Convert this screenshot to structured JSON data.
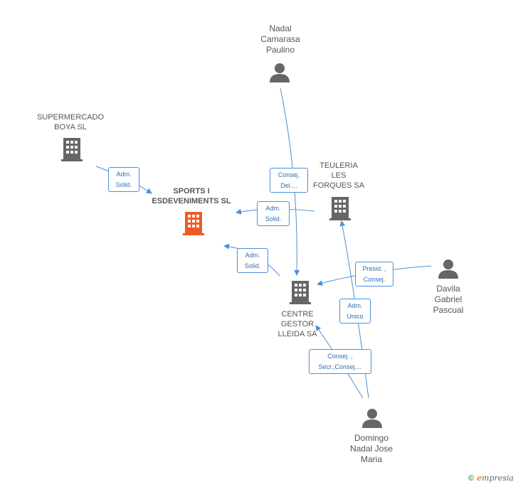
{
  "nodes": {
    "supermercado": {
      "label": "SUPERMERCADO\nBOYA SL",
      "type": "company"
    },
    "sports": {
      "label": "SPORTS I\nESDEVENIMENTS SL",
      "type": "company-focus"
    },
    "teuleria": {
      "label": "TEULERIA\nLES\nFORQUES SA",
      "type": "company"
    },
    "centre": {
      "label": "CENTRE\nGESTOR\nLLEIDA SA",
      "type": "company"
    },
    "nadal": {
      "label": "Nadal\nCamarasa\nPaulino",
      "type": "person"
    },
    "davila": {
      "label": "Davila\nGabriel\nPascual",
      "type": "person"
    },
    "domingo": {
      "label": "Domingo\nNadal Jose\nMaria",
      "type": "person"
    }
  },
  "edges": {
    "e1": "Adm.\nSolid.",
    "e2": "Adm.\nSolid.",
    "e3": "Adm.\nSolid.",
    "e4": "Consej.\nDel....",
    "e5": "Presid. ,\nConsej.",
    "e6": "Adm.\nUnico",
    "e7": "Consej. ,\nSecr.,Consej...."
  },
  "colors": {
    "edge": "#4a90d9",
    "icon_gray": "#666666",
    "icon_focus": "#f05a28"
  },
  "footer": {
    "copyright": "©",
    "brand_e": "e",
    "brand_rest": "mpresia"
  }
}
